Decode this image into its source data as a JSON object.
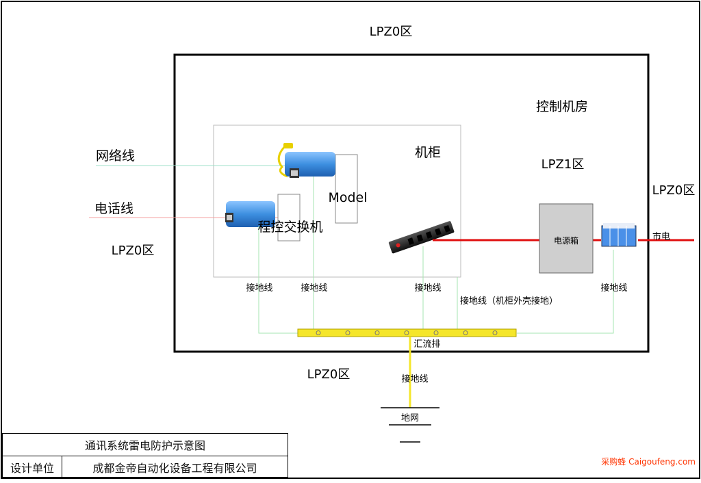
{
  "zones": {
    "outer_top": "LPZ0区",
    "outer_left": "LPZ0区",
    "outer_right": "LPZ0区",
    "outer_bottom": "LPZ0区",
    "lpz1": "LPZ1区"
  },
  "rooms": {
    "control_room": "控制机房",
    "cabinet": "机柜"
  },
  "lines": {
    "network": "网络线",
    "phone": "电话线",
    "mains": "市电"
  },
  "devices": {
    "model": "Model",
    "pbx": "程控交换机",
    "power_box": "电源箱"
  },
  "grounding": {
    "ground1": "接地线",
    "ground2": "接地线",
    "ground3": "接地线",
    "ground_cabinet": "接地线（机柜外壳接地）",
    "ground_right": "接地线",
    "busbar": "汇流排",
    "ground_main": "接地线",
    "earth_grid": "地网"
  },
  "title_block": {
    "title": "通讯系统雷电防护示意图",
    "designer_label": "设计单位",
    "designer_value": "成都金帝自动化设备工程有限公司"
  },
  "watermark": "采购蜂 Caigoufeng.com",
  "colors": {
    "spd_blue": "#3d8fe0",
    "busbar_yellow": "#f5e62a",
    "mains_red": "#e01010",
    "ground_green": "#9fe0a8",
    "power_box_gray": "#cfcfcf"
  }
}
